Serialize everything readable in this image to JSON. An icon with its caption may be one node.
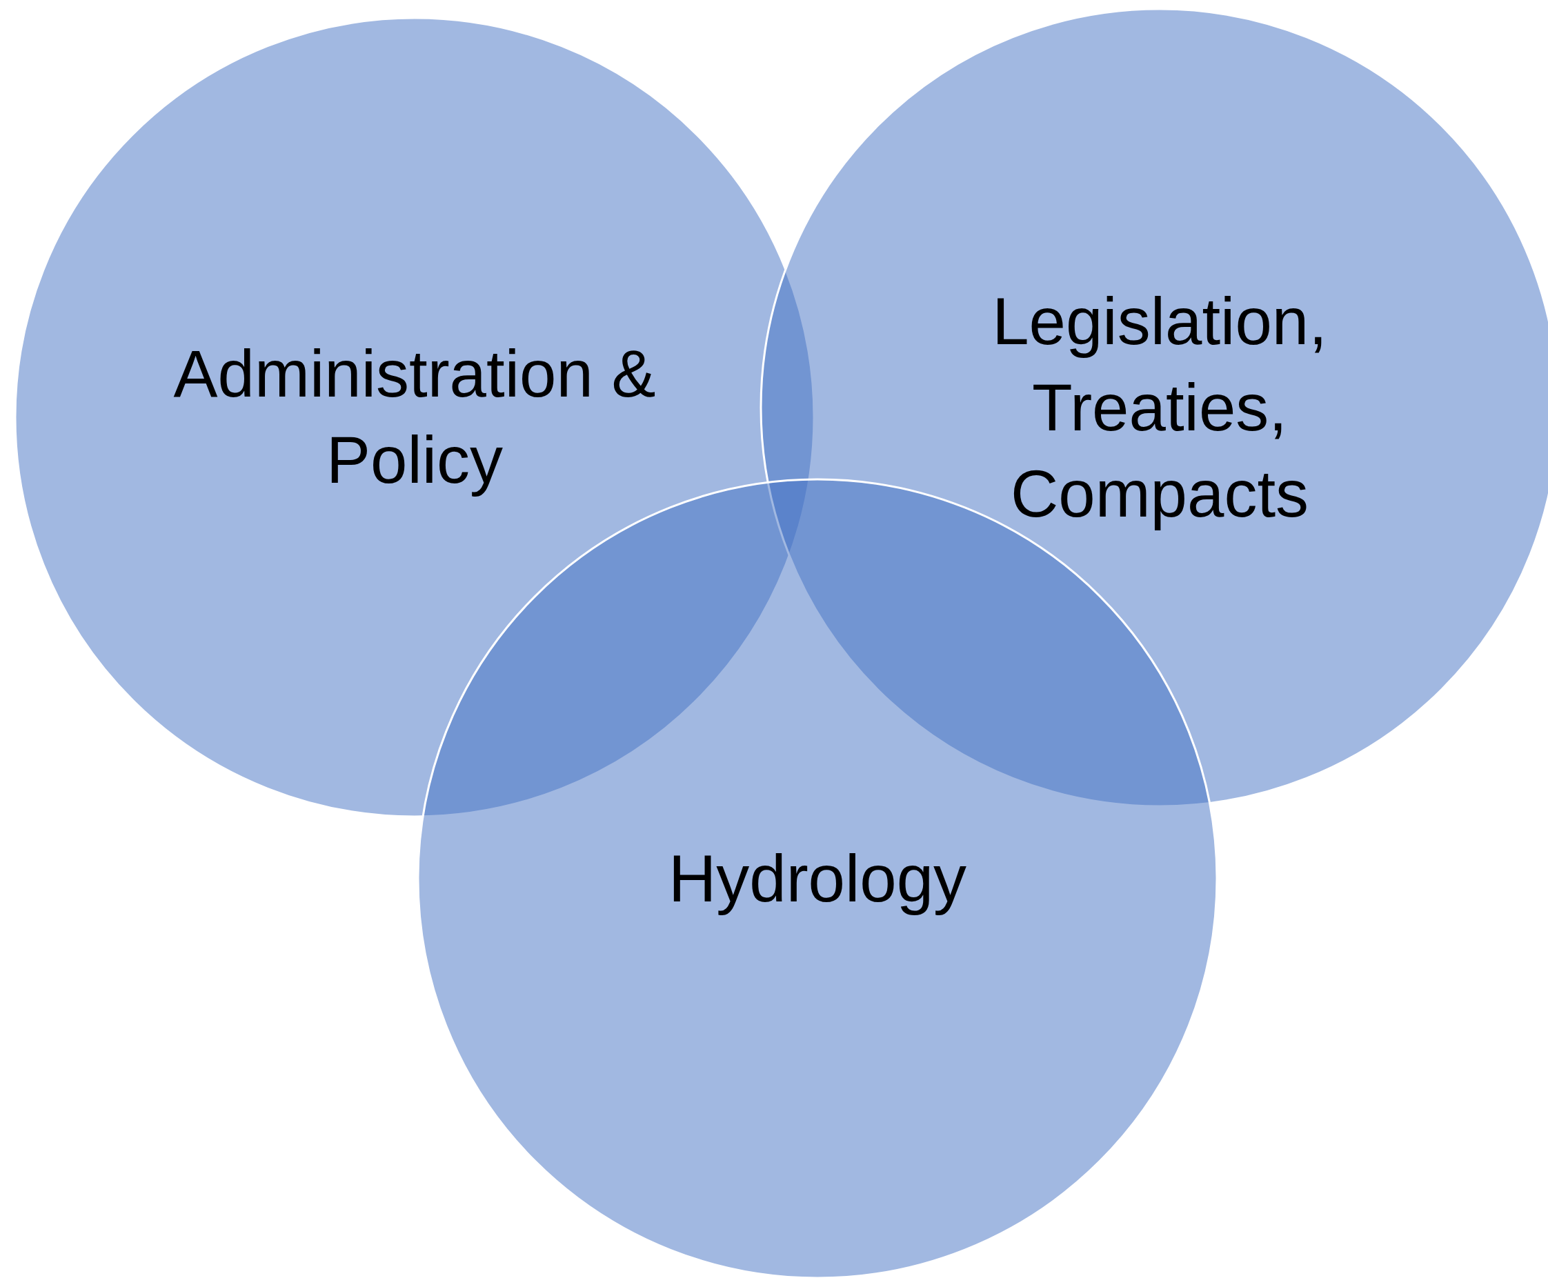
{
  "diagram": {
    "nodes": [
      {
        "text": [
          "Administration & Policy"
        ]
      },
      {
        "text": [
          "Legislation, Treaties, Compacts"
        ]
      },
      {
        "text": [
          "Hydrology"
        ]
      }
    ]
  }
}
